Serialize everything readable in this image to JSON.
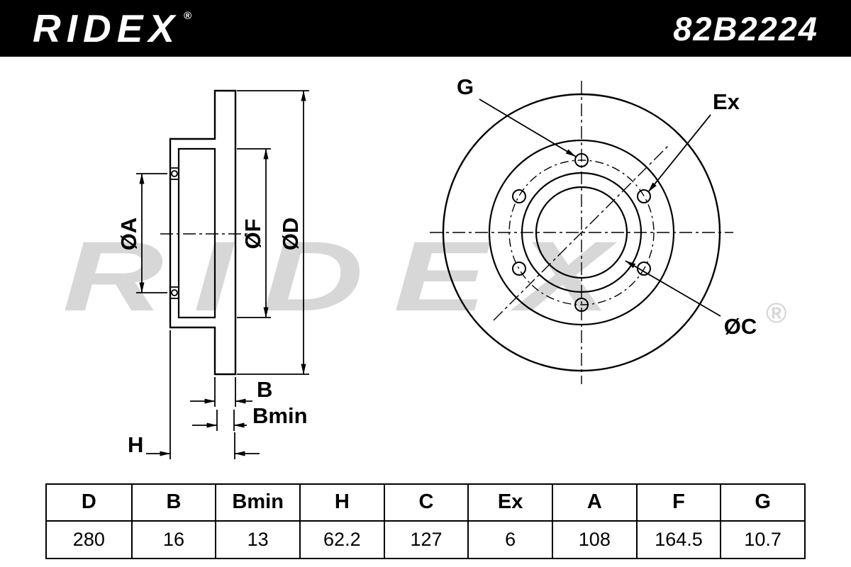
{
  "header": {
    "brand": "RIDEX",
    "brand_registered": "®",
    "part_number": "82B2224"
  },
  "watermark": {
    "text": "RIDEX",
    "registered": "®"
  },
  "diagram": {
    "section": {
      "dia_a": "ØA",
      "dia_f": "ØF",
      "dia_d": "ØD",
      "b": "B",
      "bmin": "Bmin",
      "h": "H"
    },
    "front": {
      "g": "G",
      "ex": "Ex",
      "dia_c": "ØC"
    }
  },
  "table": {
    "headers": [
      "D",
      "B",
      "Bmin",
      "H",
      "C",
      "Ex",
      "A",
      "F",
      "G"
    ],
    "values": [
      "280",
      "16",
      "13",
      "62.2",
      "127",
      "6",
      "108",
      "164.5",
      "10.7"
    ]
  }
}
